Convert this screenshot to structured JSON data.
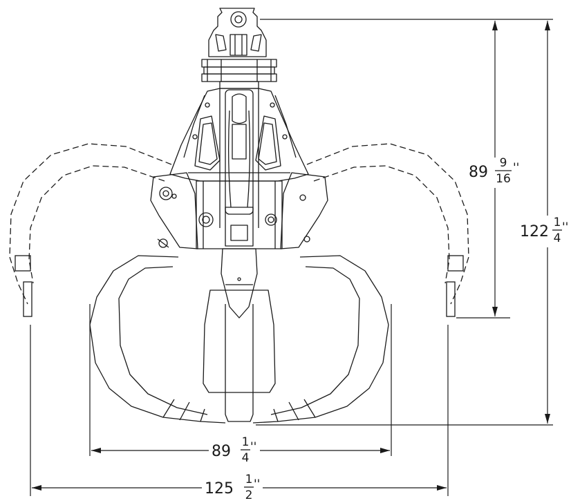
{
  "diagram": {
    "colors": {
      "line": "#1a1a1a",
      "background": "#ffffff"
    },
    "dimensions": {
      "height_open": {
        "whole": "89",
        "num": "9",
        "den": "16",
        "unit": "''"
      },
      "height_closed": {
        "whole": "122",
        "num": "1",
        "den": "4",
        "unit": "''"
      },
      "width_closed": {
        "whole": "89",
        "num": "1",
        "den": "4",
        "unit": "''"
      },
      "width_open": {
        "whole": "125",
        "num": "1",
        "den": "2",
        "unit": "''"
      }
    }
  }
}
